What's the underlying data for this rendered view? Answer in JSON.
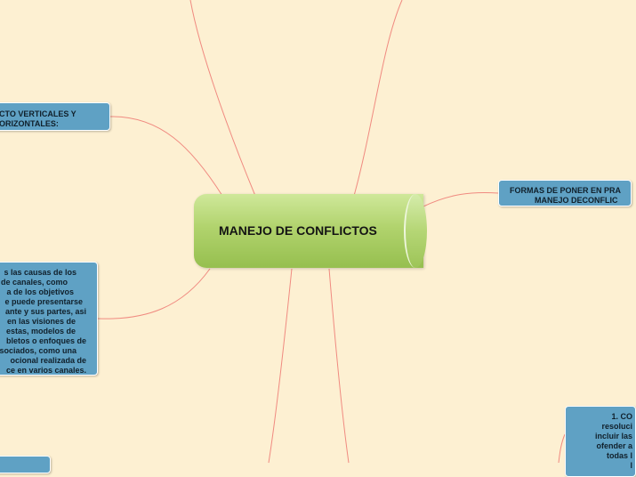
{
  "central_topic": {
    "title": "MANEJO DE CONFLICTOS"
  },
  "nodes": {
    "vertical": {
      "lines": [
        "CTO VERTICALES Y",
        "ORIZONTALES:"
      ]
    },
    "formas": {
      "lines": [
        "FORMAS DE PONER EN PRA",
        "MANEJO DECONFLIC"
      ]
    },
    "causas": {
      "lines": [
        "s las causas de los",
        "de canales, como",
        "a de los objetivos",
        "e puede presentarse",
        "ante y sus partes, asi",
        "en las visiones de",
        "estas, modelos de",
        "bletos o enfoques de",
        "sociados, como una",
        "ocional realizada de",
        "ce en varios canales."
      ]
    },
    "co": {
      "lines": [
        "1. CO",
        "resoluci",
        "incluir las",
        "ofender a",
        "todas l",
        "l"
      ]
    },
    "bottom_left": {
      "lines": []
    }
  },
  "colors": {
    "background": "#fdf0d2",
    "node_fill": "#5fa1c4",
    "central_fill": "#b1d36d",
    "connector": "#f08a80"
  }
}
